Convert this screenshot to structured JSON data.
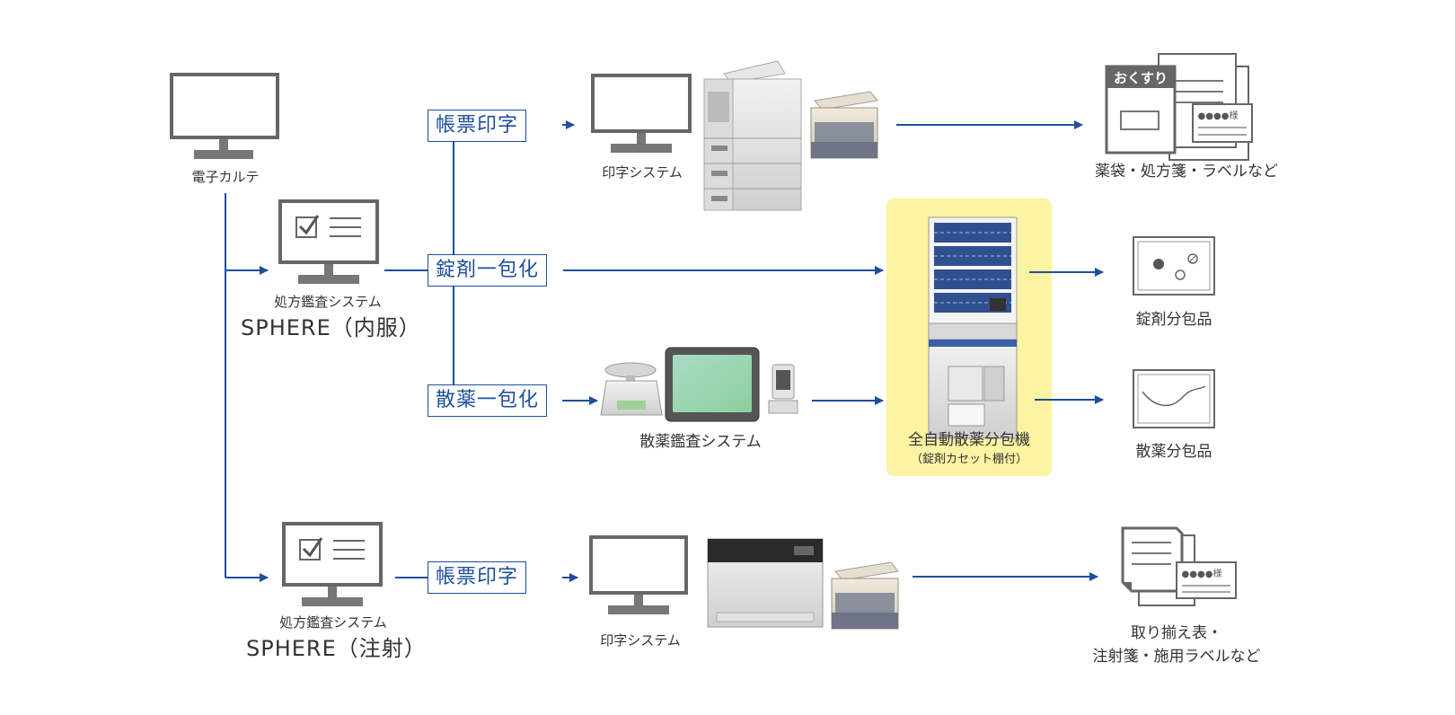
{
  "nodes": {
    "emr": "電子カルテ",
    "sphere_oral_caption": "処方鑑査システム",
    "sphere_oral_name": "SPHERE（内服）",
    "sphere_inj_caption": "処方鑑査システム",
    "sphere_inj_name": "SPHERE（注射）",
    "print_system_top": "印字システム",
    "print_system_bottom": "印字システム",
    "powder_audit_system": "散薬鑑査システム",
    "packager_title": "全自動散薬分包機",
    "packager_sub": "（錠剤カセット棚付）"
  },
  "processes": {
    "form_print_top": "帳票印字",
    "tablet_pack": "錠剤一包化",
    "powder_pack": "散薬一包化",
    "form_print_bottom": "帳票印字"
  },
  "outputs": {
    "top": "薬袋・処方箋・ラベルなど",
    "tablet": "錠剤分包品",
    "powder": "散薬分包品",
    "bottom_line1": "取り揃え表・",
    "bottom_line2": "注射箋・施用ラベルなど"
  },
  "graphics": {
    "medicine_bag_text": "おくすり",
    "label_text": "●●●●様"
  },
  "colors": {
    "line": "#1e4f9c",
    "highlight": "#fcf3a3"
  }
}
